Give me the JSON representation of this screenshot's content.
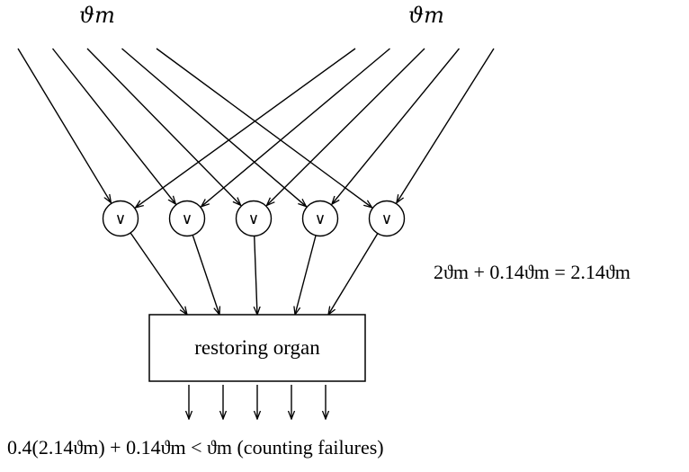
{
  "input_labels": [
    "ϑm",
    "ϑm"
  ],
  "gate_symbol": "∨",
  "gate_count": 5,
  "box_label": "restoring organ",
  "output_count": 5,
  "equation_side": "2ϑm + 0.14ϑm = 2.14ϑm",
  "equation_bottom": "0.4(2.14ϑm) + 0.14ϑm < ϑm (counting failures)"
}
